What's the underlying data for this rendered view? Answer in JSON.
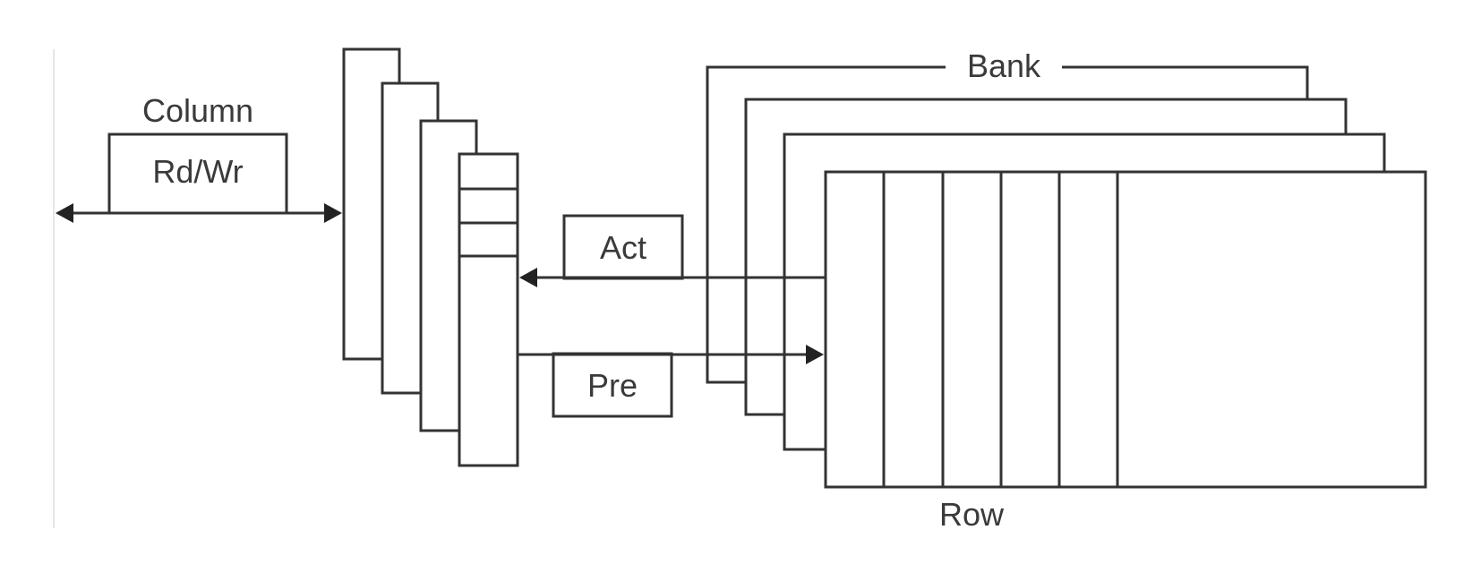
{
  "labels": {
    "column": "Column",
    "rd_wr": "Rd/Wr",
    "act": "Act",
    "pre": "Pre",
    "bank": "Bank",
    "row": "Row"
  }
}
